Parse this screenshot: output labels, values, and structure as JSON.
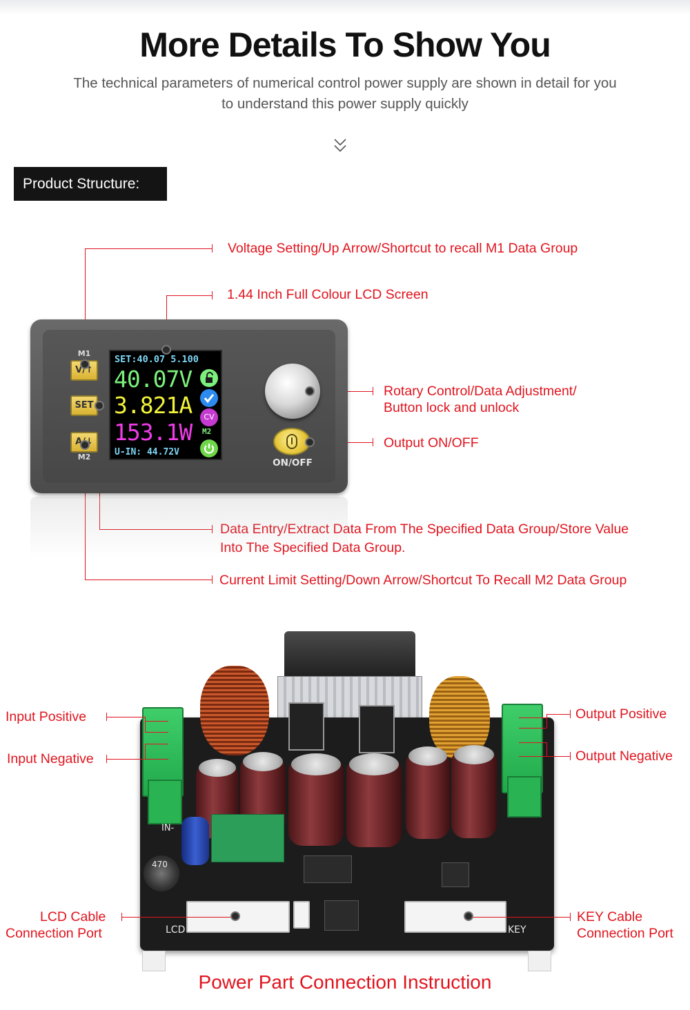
{
  "header": {
    "title": "More Details To Show You",
    "subtitle": "The technical parameters of numerical control power supply are shown in detail for you to understand this power supply quickly",
    "chevron_icon": "double-chevron-down-icon"
  },
  "section_label": "Product Structure:",
  "panel": {
    "keys": {
      "up_key": "V/↑",
      "up_key_label": "M1",
      "set_key": "SET",
      "down_key": "A/↓",
      "down_key_label": "M2"
    },
    "lcd": {
      "set_line": "SET:40.07 5.100",
      "voltage": "40.07V",
      "current": "3.821A",
      "power": "153.1W",
      "mode": "M2",
      "cv_badge": "CV",
      "input_line": "U-IN: 44.72V"
    },
    "onoff_label": "ON/OFF"
  },
  "callouts": {
    "voltage_setting": "Voltage Setting/Up Arrow/Shortcut to recall M1 Data Group",
    "lcd_screen": "1.44 Inch Full Colour LCD Screen",
    "rotary_line1": "Rotary Control/Data Adjustment/",
    "rotary_line2": "Button lock and unlock",
    "output_onoff": "Output ON/OFF",
    "data_entry_line1": "Data Entry/Extract Data From The Specified Data Group/Store Value",
    "data_entry_line2": "Into The Specified Data Group.",
    "current_limit": "Current Limit Setting/Down Arrow/Shortcut To Recall M2 Data Group"
  },
  "board": {
    "input_positive": "Input Positive",
    "input_negative": "Input Negative",
    "output_positive": "Output Positive",
    "output_negative": "Output Negative",
    "lcd_port_line1": "LCD Cable",
    "lcd_port_line2": "Connection Port",
    "key_port_line1": "KEY Cable",
    "key_port_line2": "Connection Port",
    "silk_lcd": "LCD",
    "silk_key": "KEY",
    "silk_in": "IN-",
    "inductor_mark": "470"
  },
  "footer_title": "Power Part Connection Instruction",
  "colors": {
    "accent_red": "#e0141e",
    "label_bg": "#141414",
    "lcd_green": "#7cf07c",
    "lcd_yellow": "#f2f23a",
    "lcd_magenta": "#f03ce8",
    "lcd_cyan": "#7ed6f5",
    "terminal_green": "#2dbb57"
  }
}
